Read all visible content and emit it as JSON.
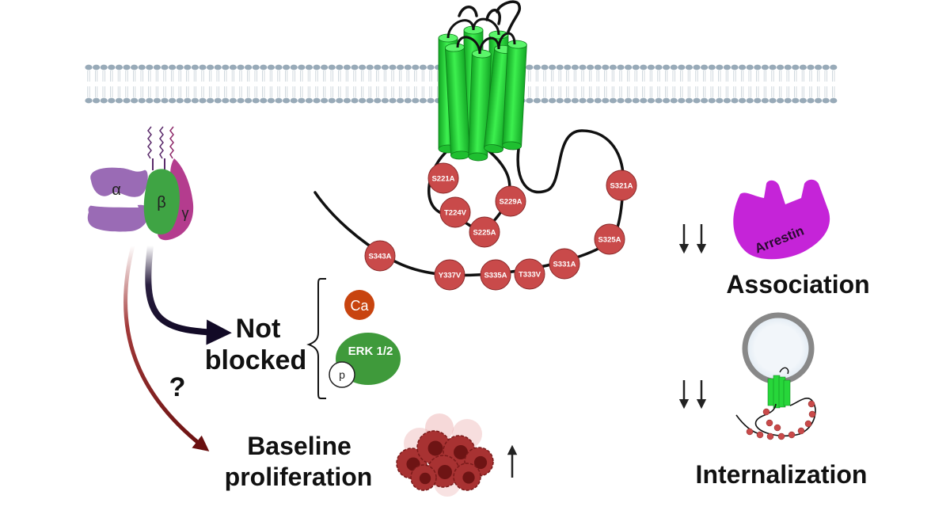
{
  "labels": {
    "association": "Association",
    "internalization": "Internalization",
    "not_blocked_line1": "Not",
    "not_blocked_line2": "blocked",
    "question": "?",
    "baseline_line1": "Baseline",
    "baseline_line2": "proliferation"
  },
  "g_protein": {
    "alpha": "α",
    "beta": "β",
    "gamma": "γ"
  },
  "signals": {
    "calcium": "Ca",
    "erk": "ERK 1/2",
    "phospho": "p"
  },
  "arrestin": {
    "label": "Arrestin"
  },
  "mutation_sites": [
    "S221A",
    "T224V",
    "S225A",
    "S229A",
    "S321A",
    "S325A",
    "S331A",
    "T333V",
    "S335A",
    "Y337V",
    "S343A"
  ],
  "colors": {
    "receptor": "#27d63a",
    "receptor_dark": "#159b23",
    "site": "#c94a4a",
    "arrestin": "#c524d8",
    "alpha": "#9a6bb5",
    "beta": "#3fa444",
    "gamma": "#b43c8e",
    "calcium": "#c8440f",
    "erk": "#3f9a3b",
    "membrane": "#98aab8"
  },
  "icons": [
    "membrane",
    "gpcr-receptor",
    "g-protein-heterotrimer",
    "arrestin",
    "vesicle",
    "cell-cluster",
    "down-arrows",
    "up-arrow"
  ]
}
